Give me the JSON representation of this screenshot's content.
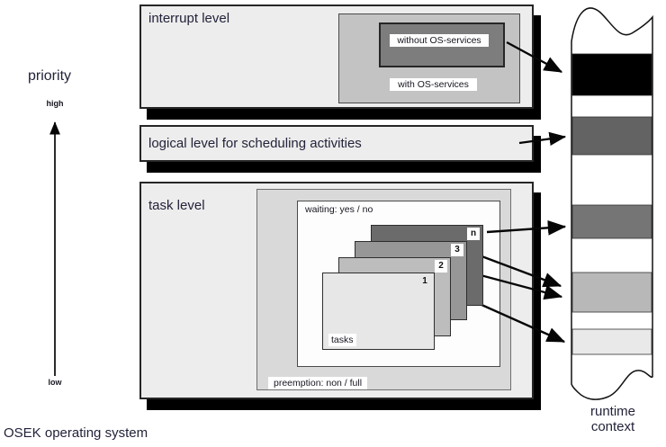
{
  "title": "OSEK operating system",
  "priority_axis": {
    "label": "priority",
    "high_label": "high",
    "low_label": "low"
  },
  "levels": {
    "interrupt": {
      "label": "interrupt level",
      "without_os_label": "without OS-services",
      "with_os_label": "with OS-services"
    },
    "logical": {
      "label": "logical level for scheduling activities"
    },
    "task": {
      "label": "task level",
      "waiting_label": "waiting: yes / no",
      "preemption_label": "preemption: non / full",
      "tasks_label": "tasks",
      "cards": [
        {
          "label": "n",
          "fill": "#6b6b6b"
        },
        {
          "label": "3",
          "fill": "#979797"
        },
        {
          "label": "2",
          "fill": "#bdbdbd"
        },
        {
          "label": "1",
          "fill": "#e7e7e7"
        }
      ]
    }
  },
  "runtime_context": {
    "line1": "runtime",
    "line2": "context",
    "bands": [
      {
        "name": "interrupt-without-os-band",
        "fill": "#000000"
      },
      {
        "name": "scheduling-band",
        "fill": "#636363"
      },
      {
        "name": "task-n-band",
        "fill": "#757575"
      },
      {
        "name": "task-3-2-band",
        "fill": "#b8b8b8"
      },
      {
        "name": "task-1-band",
        "fill": "#e9e9e9"
      }
    ]
  },
  "colors": {
    "level_box_fill": "#ededed",
    "interrupt_inner_fill": "#c3c3c3",
    "interrupt_dark_fill": "#7d7d7d",
    "task_inner_fill": "#d9d9d9",
    "shadow": "#000000",
    "text": "#23233a"
  }
}
